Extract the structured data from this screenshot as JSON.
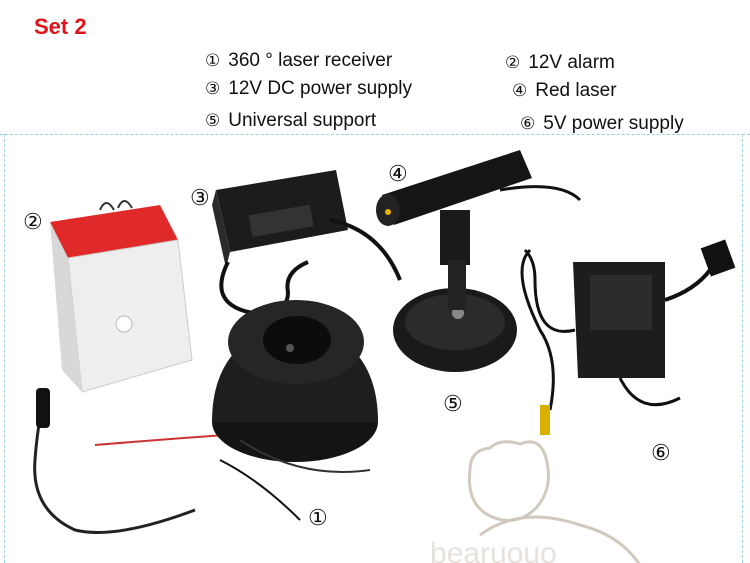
{
  "title": "Set 2",
  "legend": [
    {
      "num": "①",
      "label": "360 ° laser receiver"
    },
    {
      "num": "②",
      "label": "12V alarm"
    },
    {
      "num": "③",
      "label": "12V DC power supply"
    },
    {
      "num": "④",
      "label": "Red laser"
    },
    {
      "num": "⑤",
      "label": "Universal support"
    },
    {
      "num": "⑥",
      "label": "5V power supply"
    }
  ],
  "markers": [
    "①",
    "②",
    "③",
    "④",
    "⑤",
    "⑥"
  ],
  "colors": {
    "title": "#e0151b",
    "divider": "#9ad0e6",
    "device": "#1a1a1a",
    "alarm_cap": "#e02a2a"
  }
}
